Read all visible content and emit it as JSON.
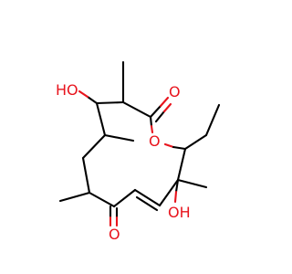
{
  "molecule": {
    "atoms": {
      "hydroxyl_top": "HO",
      "carbonyl_lactone": "O",
      "ring_oxygen": "O",
      "carbonyl_ketone": "O",
      "hydroxyl_bottom": "OH"
    }
  },
  "colors": {
    "bond": "#000000",
    "oxygen": "#e8141d",
    "background": "#ffffff"
  }
}
